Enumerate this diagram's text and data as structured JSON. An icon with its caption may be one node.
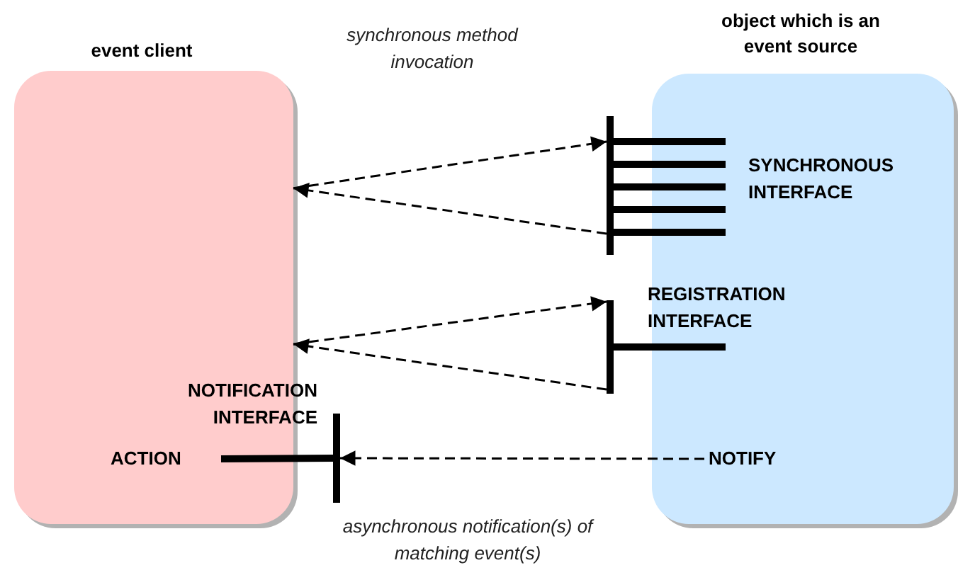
{
  "diagram": {
    "nodes": [
      {
        "text": [
          "event client"
        ]
      },
      {
        "text": [
          "object which is an event source"
        ]
      },
      {
        "text": [],
        "shape": "bar"
      },
      {
        "text": [],
        "shape": "bar"
      },
      {
        "text": [],
        "shape": "bar"
      },
      {
        "text": [
          "ACTION"
        ],
        "in": 0
      },
      {
        "text": [
          "NOTIFY"
        ],
        "in": 1
      }
    ],
    "edges": [
      {
        "from": 0,
        "to": 2,
        "arrow": "to",
        "style": "dashed"
      },
      {
        "from": 2,
        "to": 0,
        "arrow": "to",
        "style": "dashed"
      },
      {
        "from": 0,
        "to": 3,
        "arrow": "to",
        "style": "dashed"
      },
      {
        "from": 3,
        "to": 0,
        "arrow": "to",
        "style": "dashed"
      },
      {
        "from": 6,
        "to": 4,
        "arrow": "to",
        "style": "dashed"
      },
      {
        "from": 5,
        "to": 4,
        "arrow": "none",
        "style": "thick"
      }
    ],
    "labels": [
      "synchronous method invocation",
      "SYNCHRONOUS INTERFACE",
      "REGISTRATION INTERFACE",
      "NOTIFICATION INTERFACE",
      "asynchronous notification(s) of matching event(s)"
    ]
  }
}
